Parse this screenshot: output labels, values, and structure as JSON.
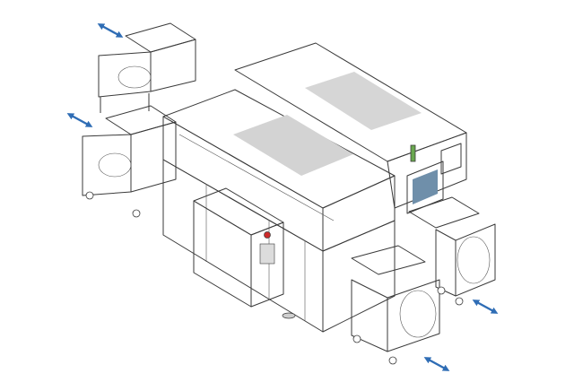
{
  "colors": {
    "background": "#ffffff",
    "outline": "#3a3a3a",
    "light_panel": "#f1f1f1",
    "mid_panel": "#d9d9d9",
    "dark_panel": "#bdbdbd",
    "cover_panel": "#cfcfcf",
    "arrow": "#2f6db5",
    "screen": "#6f8faa",
    "signal_green": "#6aa84f",
    "estop_red": "#cc2a2a"
  },
  "arrows": [
    {
      "name": "feeder-cart-top-left-move-arrow",
      "icon": "double-arrow-icon"
    },
    {
      "name": "feeder-cart-mid-left-move-arrow",
      "icon": "double-arrow-icon"
    },
    {
      "name": "feeder-cart-right-move-arrow",
      "icon": "double-arrow-icon"
    },
    {
      "name": "feeder-cart-bottom-right-move-arrow",
      "icon": "double-arrow-icon"
    }
  ]
}
